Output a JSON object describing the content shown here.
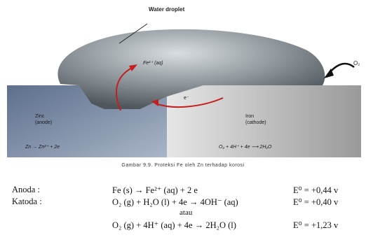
{
  "diagram": {
    "label_water_drop": "Water droplet",
    "label_o2": "O₂",
    "label_fe2": "Fe²⁺ (aq)",
    "label_zinc": "Zinc",
    "label_zinc_sub": "(anode)",
    "label_iron": "Iron",
    "label_iron_sub": "(cathode)",
    "label_electron": "e⁻",
    "reaction_anode": "Zn → Zn²⁺ + 2e",
    "reaction_cathode": "O₂ + 4H⁺ + 4e ⟶ 2H₂O",
    "caption": "Gambar 9.9. Proteksi Fe oleh Zn terhadap korosi"
  },
  "equations": {
    "anode_label": "Anoda :",
    "cathode_label": "Katoda :",
    "anode_eq": "Fe (s)  →  Fe²⁺ (aq)  +  2 e",
    "anode_pot": "E⁰ = +0,44 v",
    "cathode_eq1": "O₂ (g)  +  H₂O (l)  +  4e  →  4OH⁻ (aq)",
    "cathode_pot1": "E⁰ = +0,40 v",
    "or": "atau",
    "cathode_eq2": "O₂ (g)  +  4H⁺ (aq)  +  4e  →  2H₂O (l)",
    "cathode_pot2": "E⁰ = +1,23 v"
  }
}
